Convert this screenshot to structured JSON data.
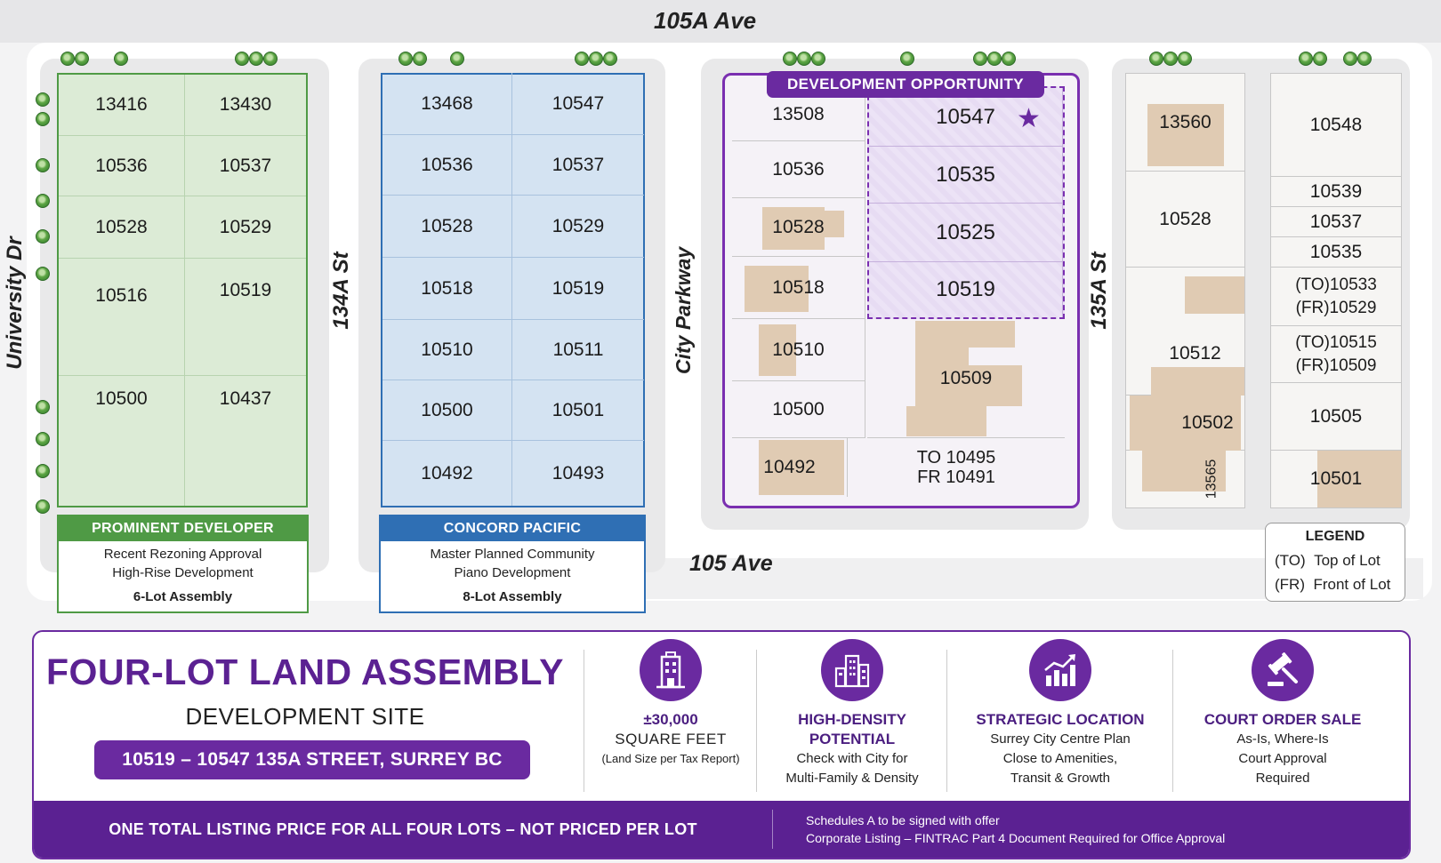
{
  "streets": {
    "top": "105A Ave",
    "bottom": "105 Ave",
    "west": "University Dr",
    "s134a": "134A St",
    "parkway": "City Parkway",
    "s135a": "135A St"
  },
  "blocks": {
    "green": {
      "lots": [
        "13416",
        "13430",
        "10536",
        "10537",
        "10528",
        "10529",
        "10516",
        "10519",
        "10500",
        "10437"
      ],
      "caption": {
        "header": "PROMINENT DEVELOPER",
        "line1": "Recent Rezoning Approval",
        "line2": "High-Rise Development",
        "line3": "6-Lot Assembly"
      }
    },
    "blue": {
      "lots": [
        "13468",
        "10547",
        "10536",
        "10537",
        "10528",
        "10529",
        "10518",
        "10519",
        "10510",
        "10511",
        "10500",
        "10501",
        "10492",
        "10493"
      ],
      "caption": {
        "header": "CONCORD PACIFIC",
        "line1": "Master Planned Community",
        "line2": "Piano Development",
        "line3": "8-Lot Assembly"
      }
    },
    "purple": {
      "badge": "DEVELOPMENT OPPORTUNITY",
      "left_lots": [
        "13508",
        "10536",
        "10528",
        "10518",
        "10510",
        "10500",
        "10492"
      ],
      "featured_lots": [
        "10547",
        "10535",
        "10525",
        "10519"
      ],
      "big_lot": "10509",
      "bottom_lot_line1": "TO 10495",
      "bottom_lot_line2": "FR 10491"
    },
    "east": {
      "left_lots": [
        "13560",
        "10528",
        "10512",
        "10502",
        "13565"
      ],
      "right_lots": [
        "10548",
        "10539",
        "10537",
        "10535",
        "(TO)10533",
        "(FR)10529",
        "(TO)10515",
        "(FR)10509",
        "10505",
        "10501"
      ]
    }
  },
  "legend": {
    "title": "LEGEND",
    "row1_code": "(TO)",
    "row1_text": "Top of Lot",
    "row2_code": "(FR)",
    "row2_text": "Front of Lot"
  },
  "panel": {
    "title": "FOUR-LOT LAND ASSEMBLY",
    "subtitle": "DEVELOPMENT SITE",
    "address": "10519 – 10547 135A STREET, SURREY BC",
    "features": [
      {
        "icon": "building-icon",
        "title1": "±30,000",
        "title2": "SQUARE FEET",
        "desc1": "(Land Size per Tax Report)",
        "desc2": ""
      },
      {
        "icon": "city-buildings-icon",
        "title1": "HIGH-DENSITY",
        "title2": "POTENTIAL",
        "desc1": "Check with City for",
        "desc2": "Multi-Family & Density"
      },
      {
        "icon": "growth-chart-icon",
        "title1": "STRATEGIC LOCATION",
        "title2": "",
        "desc1": "Surrey City Centre Plan",
        "desc2": "Close to Amenities,",
        "desc3": "Transit & Growth"
      },
      {
        "icon": "gavel-icon",
        "title1": "COURT ORDER SALE",
        "title2": "",
        "desc1": "As-Is, Where-Is",
        "desc2": "Court Approval",
        "desc3": "Required"
      }
    ],
    "bar_left": "ONE TOTAL LISTING PRICE FOR ALL FOUR LOTS – NOT PRICED PER LOT",
    "bar_right1": "Schedules A to be signed with offer",
    "bar_right2": "Corporate Listing – FINTRAC Part 4 Document Required for Office Approval"
  },
  "colors": {
    "purple": "#6a2aa0",
    "green": "#4f9a45",
    "blue": "#2f6fb4",
    "building": "#e0cbb3"
  }
}
